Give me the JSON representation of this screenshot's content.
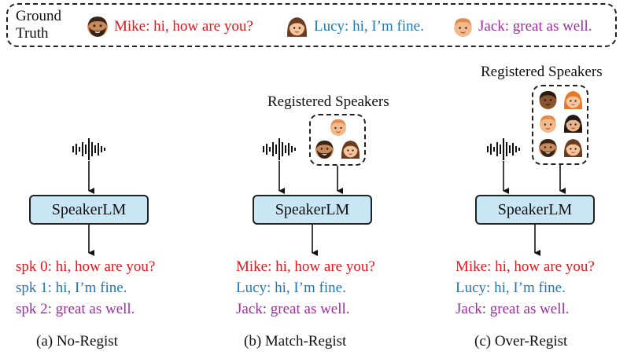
{
  "ground_truth": {
    "label_line1": "Ground",
    "label_line2": "Truth",
    "entries": [
      {
        "speaker_text": "Mike: hi, how are you?",
        "color": "#e8141c",
        "icon": "man-beard-face-icon"
      },
      {
        "speaker_text": "Lucy: hi, I’m fine.",
        "color": "#1f78b8",
        "icon": "woman-face-icon"
      },
      {
        "speaker_text": "Jack: great as well.",
        "color": "#9b2f9c",
        "icon": "boy-face-icon"
      }
    ]
  },
  "model_label": "SpeakerLM",
  "registered_label": "Registered Speakers",
  "panels": [
    {
      "caption": "(a) No-Regist",
      "outputs": [
        "spk 0: hi, how are you?",
        "spk 1: hi, I’m fine.",
        "spk 2: great as well."
      ]
    },
    {
      "caption": "(b) Match-Regist",
      "outputs": [
        "Mike: hi, how are you?",
        "Lucy: hi, I’m fine.",
        "Jack: great as well."
      ]
    },
    {
      "caption": "(c) Over-Regist",
      "outputs": [
        "Mike: hi, how are you?",
        "Lucy: hi, I’m fine.",
        "Jack: great as well."
      ]
    }
  ],
  "colors": {
    "red": "#e8141c",
    "blue": "#1f78b8",
    "purple": "#9b2f9c",
    "model_fill": "#c9e6f5"
  }
}
